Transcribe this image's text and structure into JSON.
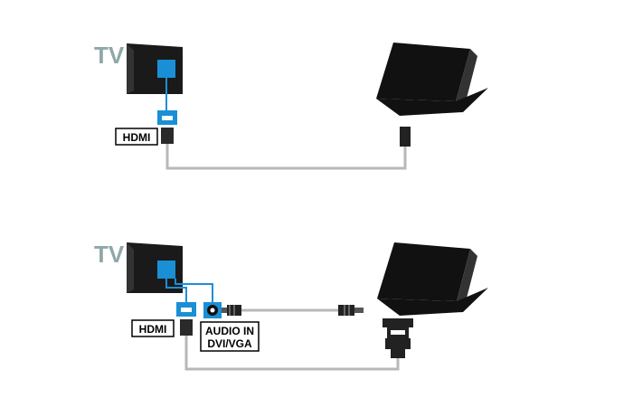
{
  "diagram_1": {
    "tv_label": "TV",
    "hdmi_label": "HDMI"
  },
  "diagram_2": {
    "tv_label": "TV",
    "hdmi_label": "HDMI",
    "audio_label_line1": "AUDIO IN",
    "audio_label_line2": "DVI/VGA"
  },
  "colors": {
    "port_blue": "#1a8fd6",
    "device_black": "#111111",
    "cable_gray": "#b5b9b9",
    "tv_label": "#8fa7a8"
  }
}
